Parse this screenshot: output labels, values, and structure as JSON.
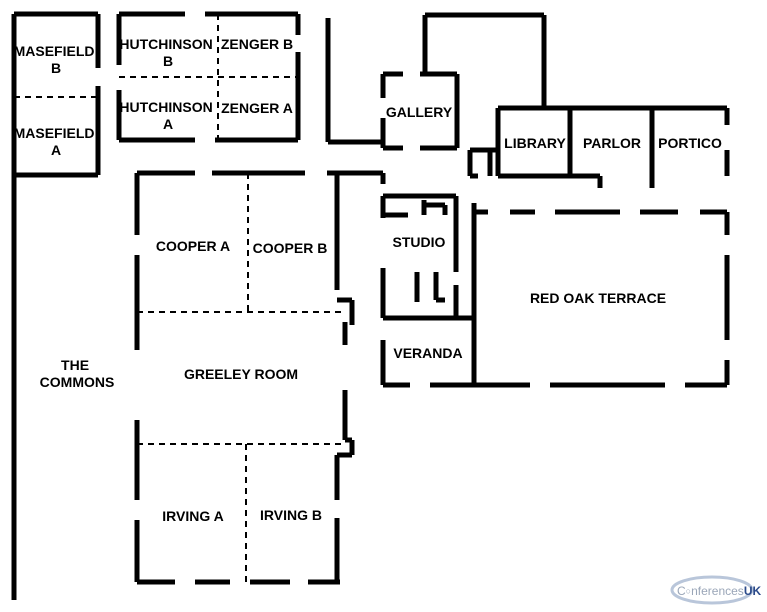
{
  "rooms": {
    "masefield_b": [
      "MASEFIELD",
      "B"
    ],
    "masefield_a": [
      "MASEFIELD",
      "A"
    ],
    "hutchinson_b": [
      "HUTCHINSON",
      "B"
    ],
    "hutchinson_a": [
      "HUTCHINSON",
      "A"
    ],
    "zenger_b": "ZENGER B",
    "zenger_a": "ZENGER A",
    "gallery": "GALLERY",
    "library": "LIBRARY",
    "parlor": "PARLOR",
    "portico": "PORTICO",
    "cooper_a": "COOPER A",
    "cooper_b": "COOPER B",
    "studio": "STUDIO",
    "red_oak_terrace": "RED OAK TERRACE",
    "the_commons": [
      "THE",
      "COMMONS"
    ],
    "greeley_room": "GREELEY ROOM",
    "veranda": "VERANDA",
    "irving_a": "IRVING A",
    "irving_b": "IRVING B"
  },
  "logo": {
    "text_pre": "C",
    "text_post": "nferences",
    "text_uk": "UK"
  },
  "colors": {
    "wall": "#000000",
    "logo": "#9aa6b8"
  }
}
